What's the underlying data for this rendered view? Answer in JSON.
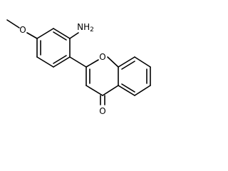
{
  "molecule": {
    "atoms": {
      "methoxy_oxygen": "O",
      "amine_nitrogen": "NH",
      "amine_subscript": "2",
      "ring_oxygen": "O",
      "carbonyl_oxygen": "O"
    }
  }
}
